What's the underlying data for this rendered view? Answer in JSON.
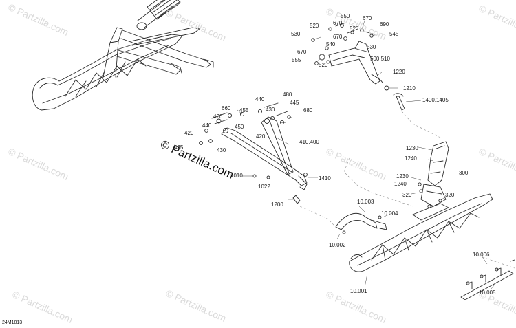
{
  "watermark": {
    "text": "© Partzilla.com",
    "main_text": "© Partzilla.com"
  },
  "diagram_code": "24M1813",
  "callouts": [
    {
      "id": "550",
      "text": "550"
    },
    {
      "id": "670a",
      "text": "670"
    },
    {
      "id": "690",
      "text": "690"
    },
    {
      "id": "520a",
      "text": "520"
    },
    {
      "id": "670b",
      "text": "670"
    },
    {
      "id": "520b",
      "text": "520"
    },
    {
      "id": "545",
      "text": "545"
    },
    {
      "id": "530a",
      "text": "530"
    },
    {
      "id": "670c",
      "text": "670"
    },
    {
      "id": "540",
      "text": "540"
    },
    {
      "id": "530b",
      "text": "530"
    },
    {
      "id": "670d",
      "text": "670"
    },
    {
      "id": "500_510",
      "text": "500,510"
    },
    {
      "id": "555",
      "text": "555"
    },
    {
      "id": "520c",
      "text": "520"
    },
    {
      "id": "1220",
      "text": "1220"
    },
    {
      "id": "1210",
      "text": "1210"
    },
    {
      "id": "1400_1405",
      "text": "1400,1405"
    },
    {
      "id": "480",
      "text": "480"
    },
    {
      "id": "440a",
      "text": "440"
    },
    {
      "id": "445",
      "text": "445"
    },
    {
      "id": "660",
      "text": "660"
    },
    {
      "id": "455",
      "text": "455"
    },
    {
      "id": "430a",
      "text": "430"
    },
    {
      "id": "680",
      "text": "680"
    },
    {
      "id": "420a",
      "text": "420"
    },
    {
      "id": "440b",
      "text": "440"
    },
    {
      "id": "450",
      "text": "450"
    },
    {
      "id": "420b",
      "text": "420"
    },
    {
      "id": "420c",
      "text": "420"
    },
    {
      "id": "410_400",
      "text": "410,400"
    },
    {
      "id": "435",
      "text": "435"
    },
    {
      "id": "430b",
      "text": "430"
    },
    {
      "id": "1010",
      "text": "1010"
    },
    {
      "id": "1022",
      "text": "1022"
    },
    {
      "id": "1410",
      "text": "1410"
    },
    {
      "id": "1200",
      "text": "1200"
    },
    {
      "id": "1230a",
      "text": "1230"
    },
    {
      "id": "1240a",
      "text": "1240"
    },
    {
      "id": "300",
      "text": "300"
    },
    {
      "id": "1230b",
      "text": "1230"
    },
    {
      "id": "1240b",
      "text": "1240"
    },
    {
      "id": "320a",
      "text": "320"
    },
    {
      "id": "320b",
      "text": "320"
    },
    {
      "id": "10003",
      "text": "10.003"
    },
    {
      "id": "10004",
      "text": "10.004"
    },
    {
      "id": "10002",
      "text": "10.002"
    },
    {
      "id": "10006",
      "text": "10.006"
    },
    {
      "id": "10001",
      "text": "10.001"
    },
    {
      "id": "10005",
      "text": "10.005"
    }
  ]
}
